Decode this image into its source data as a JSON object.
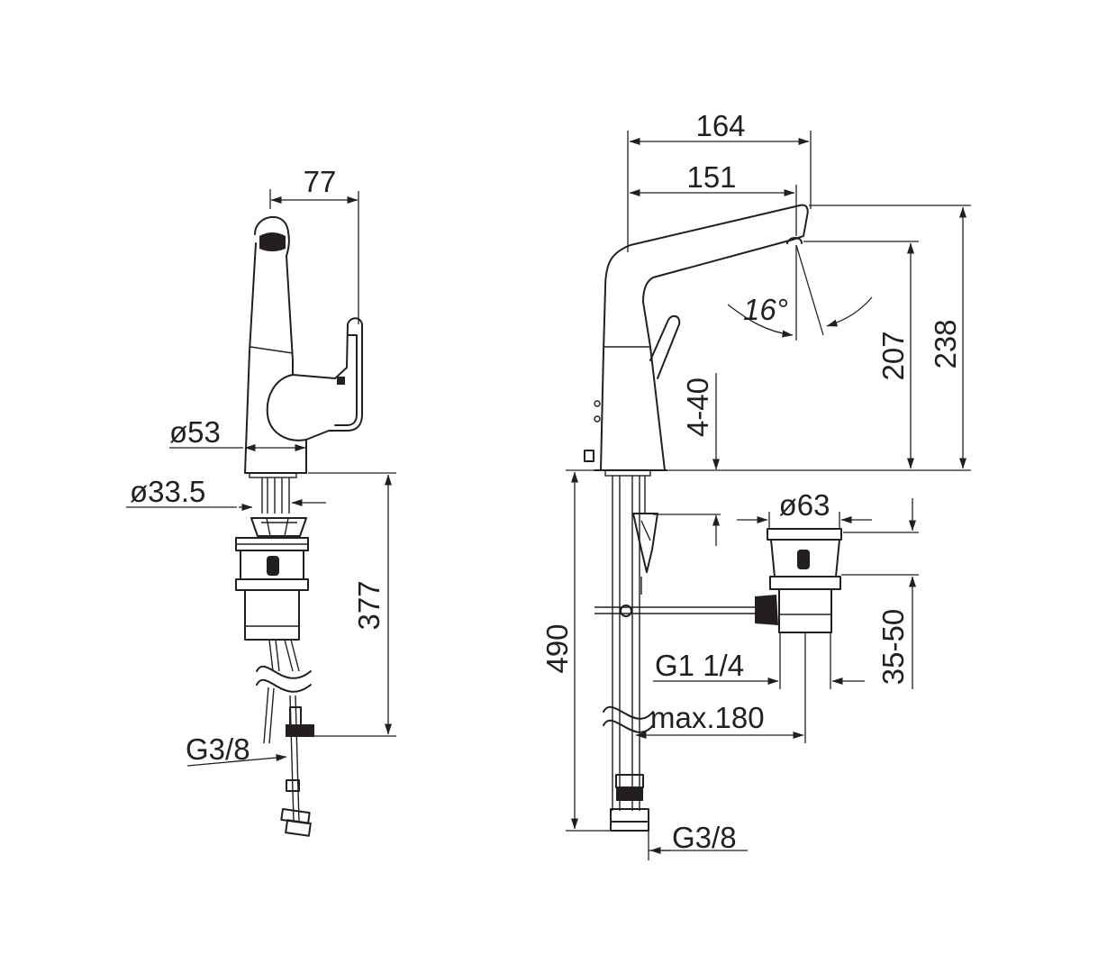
{
  "colors": {
    "ink": "#231f20",
    "background": "#ffffff"
  },
  "side_view": {
    "width_77": "77",
    "diameter_53": "ø53",
    "diameter_33_5": "ø33.5",
    "height_377": "377",
    "connection": "G3/8"
  },
  "front_view": {
    "width_164": "164",
    "width_151": "151",
    "angle": "16°",
    "height_207": "207",
    "height_238": "238",
    "range_4_40": "4-40",
    "drain_diameter": "ø63",
    "range_35_50": "35-50",
    "drain_thread": "G1 1/4",
    "max_reach": "max.180",
    "height_490": "490",
    "connection": "G3/8"
  }
}
